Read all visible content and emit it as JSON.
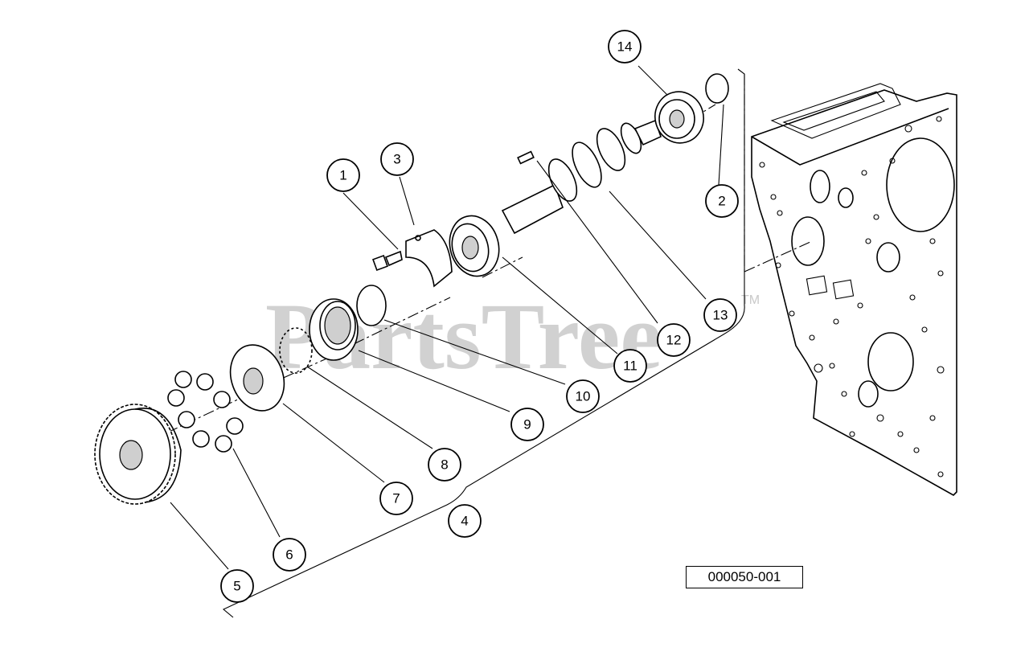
{
  "watermark": {
    "text": "PartsTree",
    "trademark": "TM"
  },
  "diagram_code": "000050-001",
  "callouts": [
    {
      "id": "1",
      "label": "1"
    },
    {
      "id": "2",
      "label": "2"
    },
    {
      "id": "3",
      "label": "3"
    },
    {
      "id": "4",
      "label": "4"
    },
    {
      "id": "5",
      "label": "5"
    },
    {
      "id": "6",
      "label": "6"
    },
    {
      "id": "7",
      "label": "7"
    },
    {
      "id": "8",
      "label": "8"
    },
    {
      "id": "9",
      "label": "9"
    },
    {
      "id": "10",
      "label": "10"
    },
    {
      "id": "11",
      "label": "11"
    },
    {
      "id": "12",
      "label": "12"
    },
    {
      "id": "13",
      "label": "13"
    },
    {
      "id": "14",
      "label": "14"
    }
  ]
}
